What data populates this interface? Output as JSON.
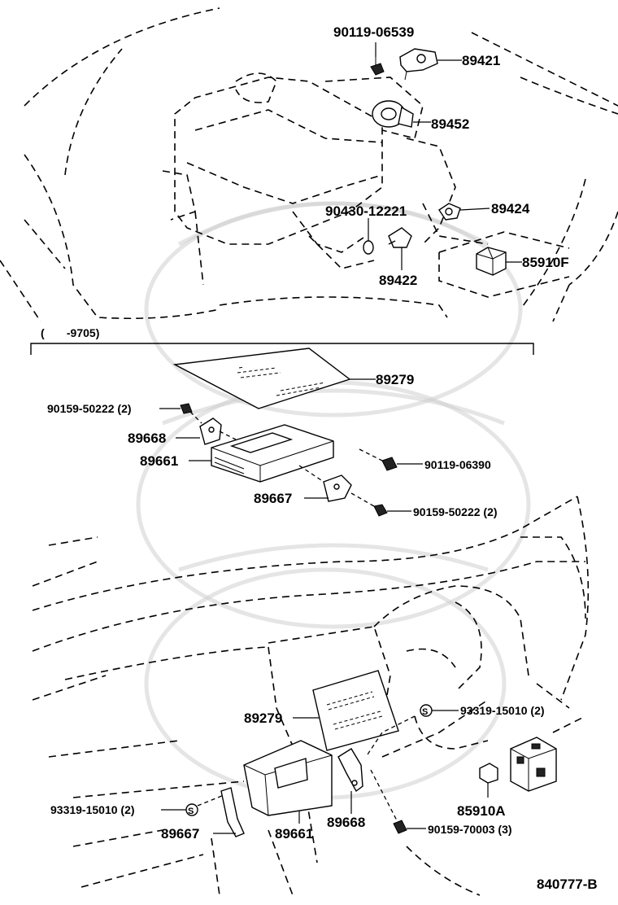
{
  "diagram": {
    "drawing_number": "840777-B",
    "bracket_note": "(       -9705)",
    "engine_section": {
      "parts": [
        {
          "part_number": "90119-06539"
        },
        {
          "part_number": "89421"
        },
        {
          "part_number": "89452"
        },
        {
          "part_number": "89424"
        },
        {
          "part_number": "90430-12221"
        },
        {
          "part_number": "89422"
        },
        {
          "part_number": "85910F"
        }
      ]
    },
    "ecu_section": {
      "parts": [
        {
          "part_number": "89279"
        },
        {
          "part_number": "90159-50222 (2)"
        },
        {
          "part_number": "89668"
        },
        {
          "part_number": "89661"
        },
        {
          "part_number": "90119-06390"
        },
        {
          "part_number": "89667"
        },
        {
          "part_number": "90159-50222 (2)"
        }
      ]
    },
    "dash_section": {
      "parts": [
        {
          "part_number": "89279"
        },
        {
          "part_number": "93319-15010 (2)"
        },
        {
          "part_number": "85910A"
        },
        {
          "part_number": "93319-15010 (2)"
        },
        {
          "part_number": "89667"
        },
        {
          "part_number": "89661"
        },
        {
          "part_number": "89668"
        },
        {
          "part_number": "90159-70003 (3)"
        }
      ],
      "s_marker_symbol": "S"
    }
  }
}
